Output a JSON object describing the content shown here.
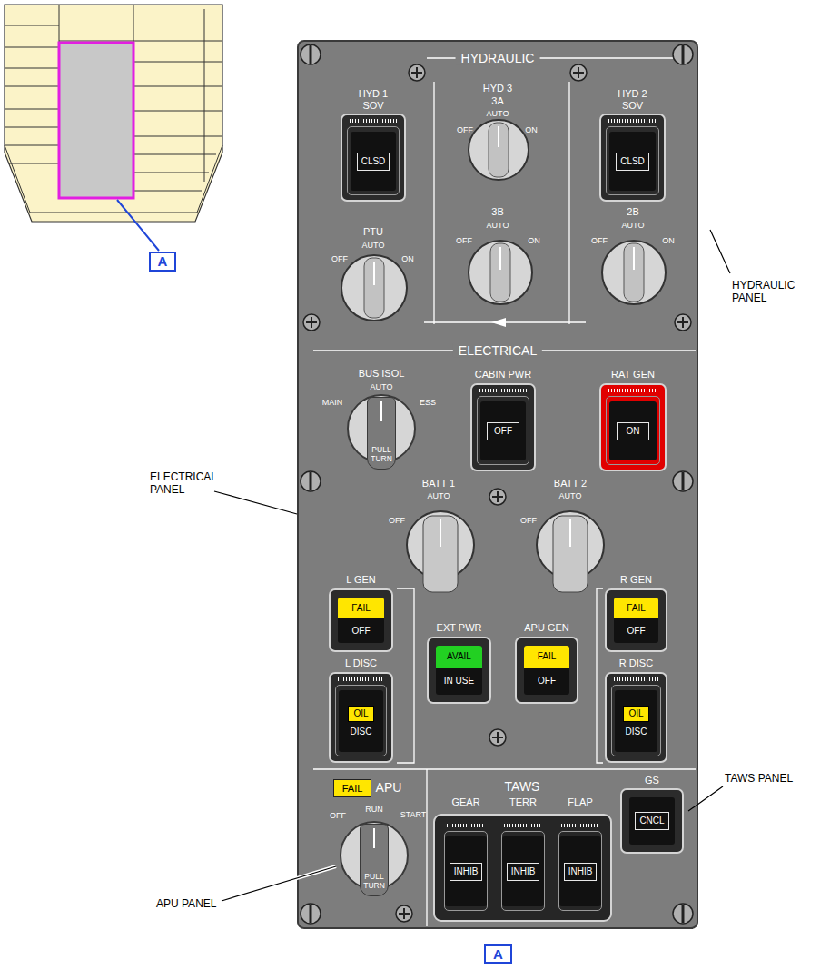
{
  "diagram": {
    "nodes": [
      {
        "text": [
          "A"
        ]
      },
      {
        "text": [
          "HYD 1 SOV",
          "CLSD"
        ]
      },
      {
        "text": [
          "HYD 2 SOV",
          "CLSD"
        ]
      },
      {
        "text": [
          "CABIN PWR",
          "OFF"
        ]
      },
      {
        "text": [
          "RAT GEN",
          "ON"
        ]
      },
      {
        "text": [
          "PULL TURN"
        ]
      },
      {
        "text": [
          "L GEN",
          "FAIL",
          "OFF"
        ]
      },
      {
        "text": [
          "L DISC",
          "OIL",
          "DISC"
        ]
      },
      {
        "text": [
          "EXT PWR",
          "AVAIL",
          "IN USE"
        ]
      },
      {
        "text": [
          "APU GEN",
          "FAIL",
          "OFF"
        ]
      },
      {
        "text": [
          "R GEN",
          "FAIL",
          "OFF"
        ]
      },
      {
        "text": [
          "R DISC",
          "OIL",
          "DISC"
        ]
      },
      {
        "text": [
          "FAIL"
        ]
      },
      {
        "text": [
          "PULL TURN"
        ]
      },
      {
        "text": [
          "GEAR",
          "INHIB"
        ]
      },
      {
        "text": [
          "TERR",
          "INHIB"
        ]
      },
      {
        "text": [
          "FLAP",
          "INHIB"
        ]
      },
      {
        "text": [
          "GS",
          "CNCL"
        ]
      },
      {
        "text": [
          "A"
        ]
      }
    ],
    "labels": [
      "HYDRAULIC",
      "HYD 3",
      "3A",
      "AUTO",
      "OFF",
      "ON",
      "PTU",
      "AUTO",
      "OFF",
      "ON",
      "3B",
      "AUTO",
      "OFF",
      "ON",
      "2B",
      "AUTO",
      "OFF",
      "ON",
      "ELECTRICAL",
      "BUS ISOL",
      "MAIN",
      "AUTO",
      "ESS",
      "BATT 1",
      "AUTO",
      "OFF",
      "BATT 2",
      "AUTO",
      "OFF",
      "APU",
      "OFF",
      "RUN",
      "START",
      "TAWS",
      "HYDRAULIC PANEL",
      "ELECTRICAL PANEL",
      "TAWS PANEL",
      "APU PANEL"
    ]
  }
}
